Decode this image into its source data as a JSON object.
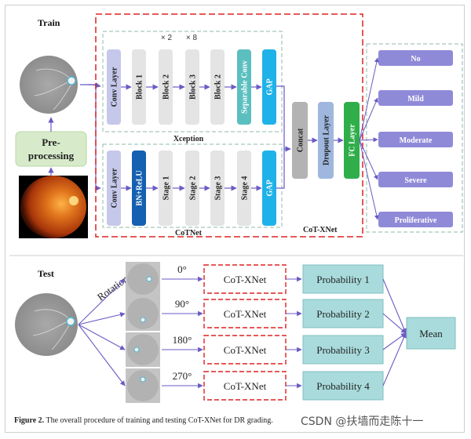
{
  "sections": {
    "train": "Train",
    "test": "Test"
  },
  "xception": {
    "title": "Xception",
    "blocks": [
      "Conv Layer",
      "Block 1",
      "Block 2",
      "Block 3",
      "Block 2",
      "Separable Conv",
      "GAP"
    ],
    "repeats": [
      "× 2",
      "× 8"
    ]
  },
  "cotnet": {
    "title": "CoTNet",
    "blocks": [
      "Conv Layer",
      "BN+ReLU",
      "Stage 1",
      "Stage 2",
      "Stage 3",
      "Stage 4",
      "GAP"
    ]
  },
  "merge": [
    "Concat",
    "Dropout Layer",
    "FC Layer"
  ],
  "model_name": "CoT-XNet",
  "preprocessing": "Pre-\nprocessing",
  "outputs": [
    "No",
    "Mild",
    "Moderate",
    "Severe",
    "Proliferative"
  ],
  "test": {
    "rotation_label": "Rotation",
    "angles": [
      "0°",
      "90°",
      "180°",
      "270°"
    ],
    "model": "CoT-XNet",
    "probabilities": [
      "Probability 1",
      "Probability 2",
      "Probability 3",
      "Probability 4"
    ],
    "mean": "Mean"
  },
  "caption": {
    "label": "Figure 2.",
    "text": " The overall procedure of training and testing CoT-XNet for DR grading."
  },
  "watermark": "CSDN @扶墙而走陈十一",
  "colors": {
    "light_purple": "#c5c8ea",
    "gray_block": "#e4e4e4",
    "teal": "#5bbfbf",
    "cyan": "#1fb2e8",
    "dark_blue": "#1560b0",
    "concat_gray": "#b3b3b3",
    "dropout_blue": "#9fb7de",
    "fc_green": "#2fae4a",
    "output_purple": "#8f8ad8",
    "prob_teal": "#a9dbdc",
    "red_dash": "#dd2222",
    "arrow": "#6a5bc4"
  }
}
